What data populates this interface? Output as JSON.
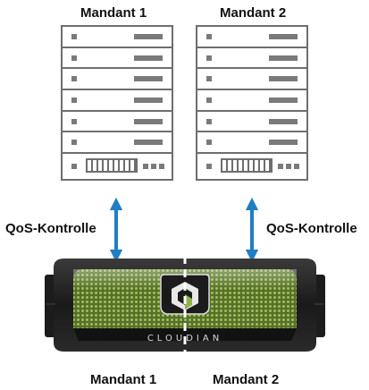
{
  "top_labels": {
    "left": "Mandant 1",
    "right": "Mandant 2"
  },
  "arrow_labels": {
    "left": "QoS-Kontrolle",
    "right": "QoS-Kontrolle"
  },
  "bottom_labels": {
    "left": "Mandant 1",
    "right": "Mandant 2"
  },
  "appliance": {
    "brand": "CLOUDIAN"
  },
  "colors": {
    "arrow": "#1f7ec4",
    "rack_stroke": "#6e6e6e",
    "mesh": "#7d9a3a"
  }
}
